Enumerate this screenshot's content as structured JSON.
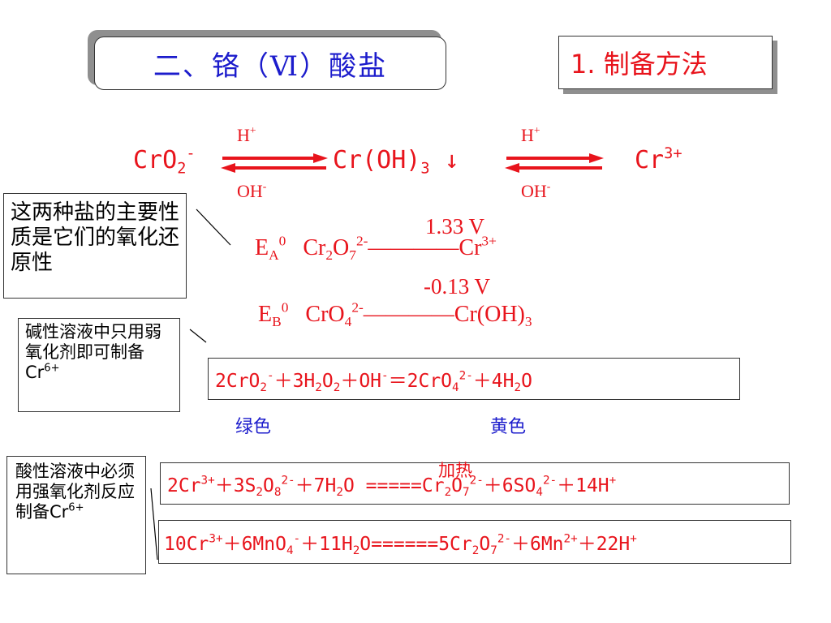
{
  "title": "二、铬（Ⅵ）酸盐",
  "method": "1. 制备方法",
  "equilibrium": {
    "left_base": "CrO",
    "left_sub": "2",
    "left_sup": "-",
    "middle_base": "Cr(OH)",
    "middle_sub": "3",
    "middle_arrow": "↓",
    "right_base": "Cr",
    "right_sup": "3+",
    "acid_label_base": "H",
    "acid_label_sup": "+",
    "base_label_base": "OH",
    "base_label_sup": "-"
  },
  "notes": {
    "redox": "这两种盐的主要性质是它们的氧化还原性",
    "alkaline_text": "碱性溶液中只用弱氧化剂即可制备Cr",
    "alkaline_sup": "6+",
    "acidic_text": "酸性溶液中必须用强氧化剂反应制备Cr",
    "acidic_sup": "6+"
  },
  "potentials": {
    "acid": {
      "label": "E",
      "label_sub": "A",
      "label_sup": "0",
      "value": "1.33 V",
      "ox_a": "Cr",
      "ox_a_sub": "2",
      "ox_b": "O",
      "ox_b_sub": "7",
      "ox_sup": "2-",
      "line": "————",
      "red_base": "Cr",
      "red_sup": "3+"
    },
    "base": {
      "label": "E",
      "label_sub": "B",
      "label_sup": "0",
      "value": "-0.13 V",
      "ox_base": "CrO",
      "ox_sub": "4",
      "ox_sup": "2-",
      "line": "————",
      "red_base": "Cr(OH)",
      "red_sub": "3"
    }
  },
  "equations": {
    "eq1": {
      "p1": "2CrO",
      "p1_sub": "2",
      "p1_sup": "-",
      "p2": "＋3H",
      "p2_sub": "2",
      "p3": "O",
      "p3_sub": "2",
      "p4": "＋OH",
      "p4_sup": "-",
      "p5": "＝2CrO",
      "p5_sub": "4",
      "p5_sup": "2-",
      "p6": "＋4H",
      "p6_sub": "2",
      "p7": "O"
    },
    "eq1_labels": {
      "green": "绿色",
      "yellow": "黄色"
    },
    "eq2_condition": "加热",
    "eq2": {
      "p1": "2Cr",
      "p1_sup": "3+",
      "p2": "＋3S",
      "p2_sub": "2",
      "p3": "O",
      "p3_sub": "8",
      "p3_sup": "2-",
      "p4": "＋7H",
      "p4_sub": "2",
      "p5": "O =====",
      "p6": "Cr",
      "p6_sub": "2",
      "p7": "O",
      "p7_sub": "7",
      "p7_sup": "2-",
      "p8": "＋6SO",
      "p8_sub": "4",
      "p8_sup": "2-",
      "p9": "＋14H",
      "p9_sup": "+"
    },
    "eq3": {
      "p1": "10Cr",
      "p1_sup": "3+",
      "p2": "＋6MnO",
      "p2_sub": "4",
      "p2_sup": "-",
      "p3": "＋11H",
      "p3_sub": "2",
      "p4": "O======5Cr",
      "p4_sub": "2",
      "p5": "O",
      "p5_sub": "7",
      "p5_sup": "2-",
      "p6": "＋6Mn",
      "p6_sup": "2+",
      "p7": "＋22H",
      "p7_sup": "+"
    }
  },
  "colors": {
    "accent_red": "#e8141c",
    "title_blue": "#1c1ccc",
    "shadow_grey": "#8f8f8f"
  }
}
